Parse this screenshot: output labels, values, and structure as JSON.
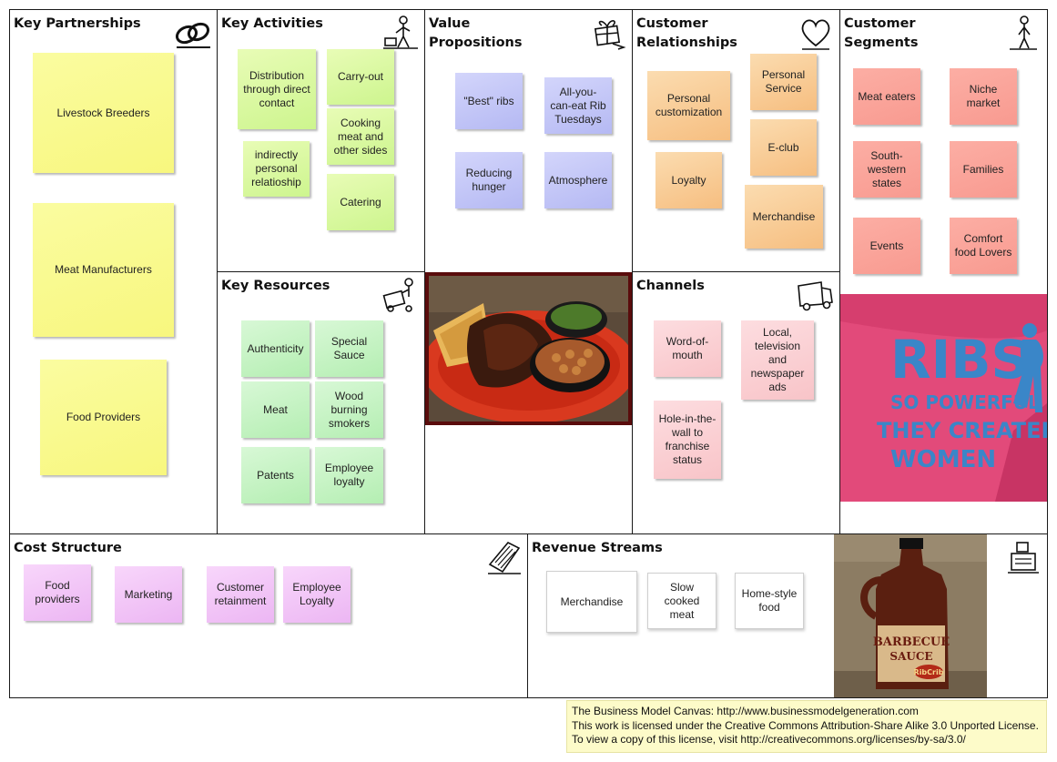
{
  "sections": {
    "key_partnerships": {
      "title": "Key Partnerships",
      "notes": [
        "Livestock Breeders",
        "Meat Manufacturers",
        "Food Providers"
      ]
    },
    "key_activities": {
      "title": "Key Activities",
      "notes": [
        "Distribution through direct contact",
        "Carry-out",
        "indirectly personal relatioship",
        "Cooking meat and other sides",
        "Catering"
      ]
    },
    "value_propositions": {
      "title": "Value\nPropositions",
      "notes": [
        "\"Best\" ribs",
        "All-you-can-eat Rib Tuesdays",
        "Reducing hunger",
        "Atmosphere"
      ]
    },
    "customer_relationships": {
      "title": "Customer\nRelationships",
      "notes": [
        "Personal customization",
        "Personal Service",
        "E-club",
        "Loyalty",
        "Merchandise"
      ]
    },
    "customer_segments": {
      "title": "Customer\nSegments",
      "notes": [
        "Meat eaters",
        "Niche market",
        "South-western states",
        "Families",
        "Events",
        "Comfort food Lovers"
      ]
    },
    "key_resources": {
      "title": "Key Resources",
      "notes": [
        "Authenticity",
        "Special Sauce",
        "Meat",
        "Wood burning smokers",
        "Patents",
        "Employee loyalty"
      ]
    },
    "channels": {
      "title": "Channels",
      "notes": [
        "Word-of-mouth",
        "Local, television and newspaper ads",
        "Hole-in-the-wall to franchise status"
      ]
    },
    "cost_structure": {
      "title": "Cost Structure",
      "notes": [
        "Food providers",
        "Marketing",
        "Customer retainment",
        "Employee Loyalty"
      ]
    },
    "revenue_streams": {
      "title": "Revenue Streams",
      "notes": [
        "Merchandise",
        "Slow cooked meat",
        "Home-style food"
      ]
    }
  },
  "images": {
    "ribs_plate": "ribs-plate-photo",
    "tshirt": "ribs-tshirt-photo",
    "tshirt_text": [
      "RIBS",
      "SO POWERFUL",
      "THEY CREATED",
      "WOMEN"
    ],
    "sauce_bottle": "barbecue-sauce-photo",
    "sauce_label": [
      "BARBECUE",
      "SAUCE",
      "RibCrib"
    ]
  },
  "license": [
    "The Business Model Canvas: http://www.businessmodelgeneration.com",
    "This work is licensed under the Creative Commons Attribution-Share Alike 3.0 Unported License.",
    "To view a copy of this license, visit http://creativecommons.org/licenses/by-sa/3.0/"
  ],
  "icons": [
    "chain-link-icon",
    "worker-icon",
    "gift-icon",
    "heart-icon",
    "person-icon",
    "forklift-icon",
    "truck-icon",
    "price-tag-icon",
    "cash-register-icon"
  ]
}
